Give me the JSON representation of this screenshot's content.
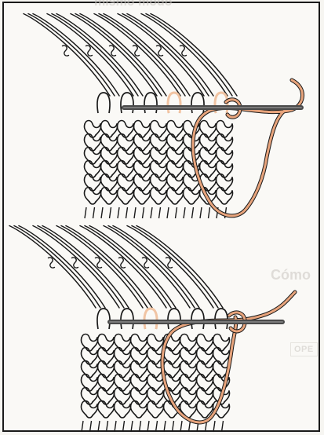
{
  "figure": {
    "panels": [
      {
        "id": "top",
        "description_hidden": true
      },
      {
        "id": "bottom",
        "description_hidden": true
      }
    ],
    "colors": {
      "ink": "#1a1a1a",
      "yarn": "#e8a47c",
      "yarn_light": "#f1c4a3",
      "needle": "#5c5c5c",
      "paper": "#faf9f6"
    }
  },
  "bleed_through": {
    "top_text": "mismo modo",
    "heading": "Cómo",
    "label": "OPE"
  }
}
